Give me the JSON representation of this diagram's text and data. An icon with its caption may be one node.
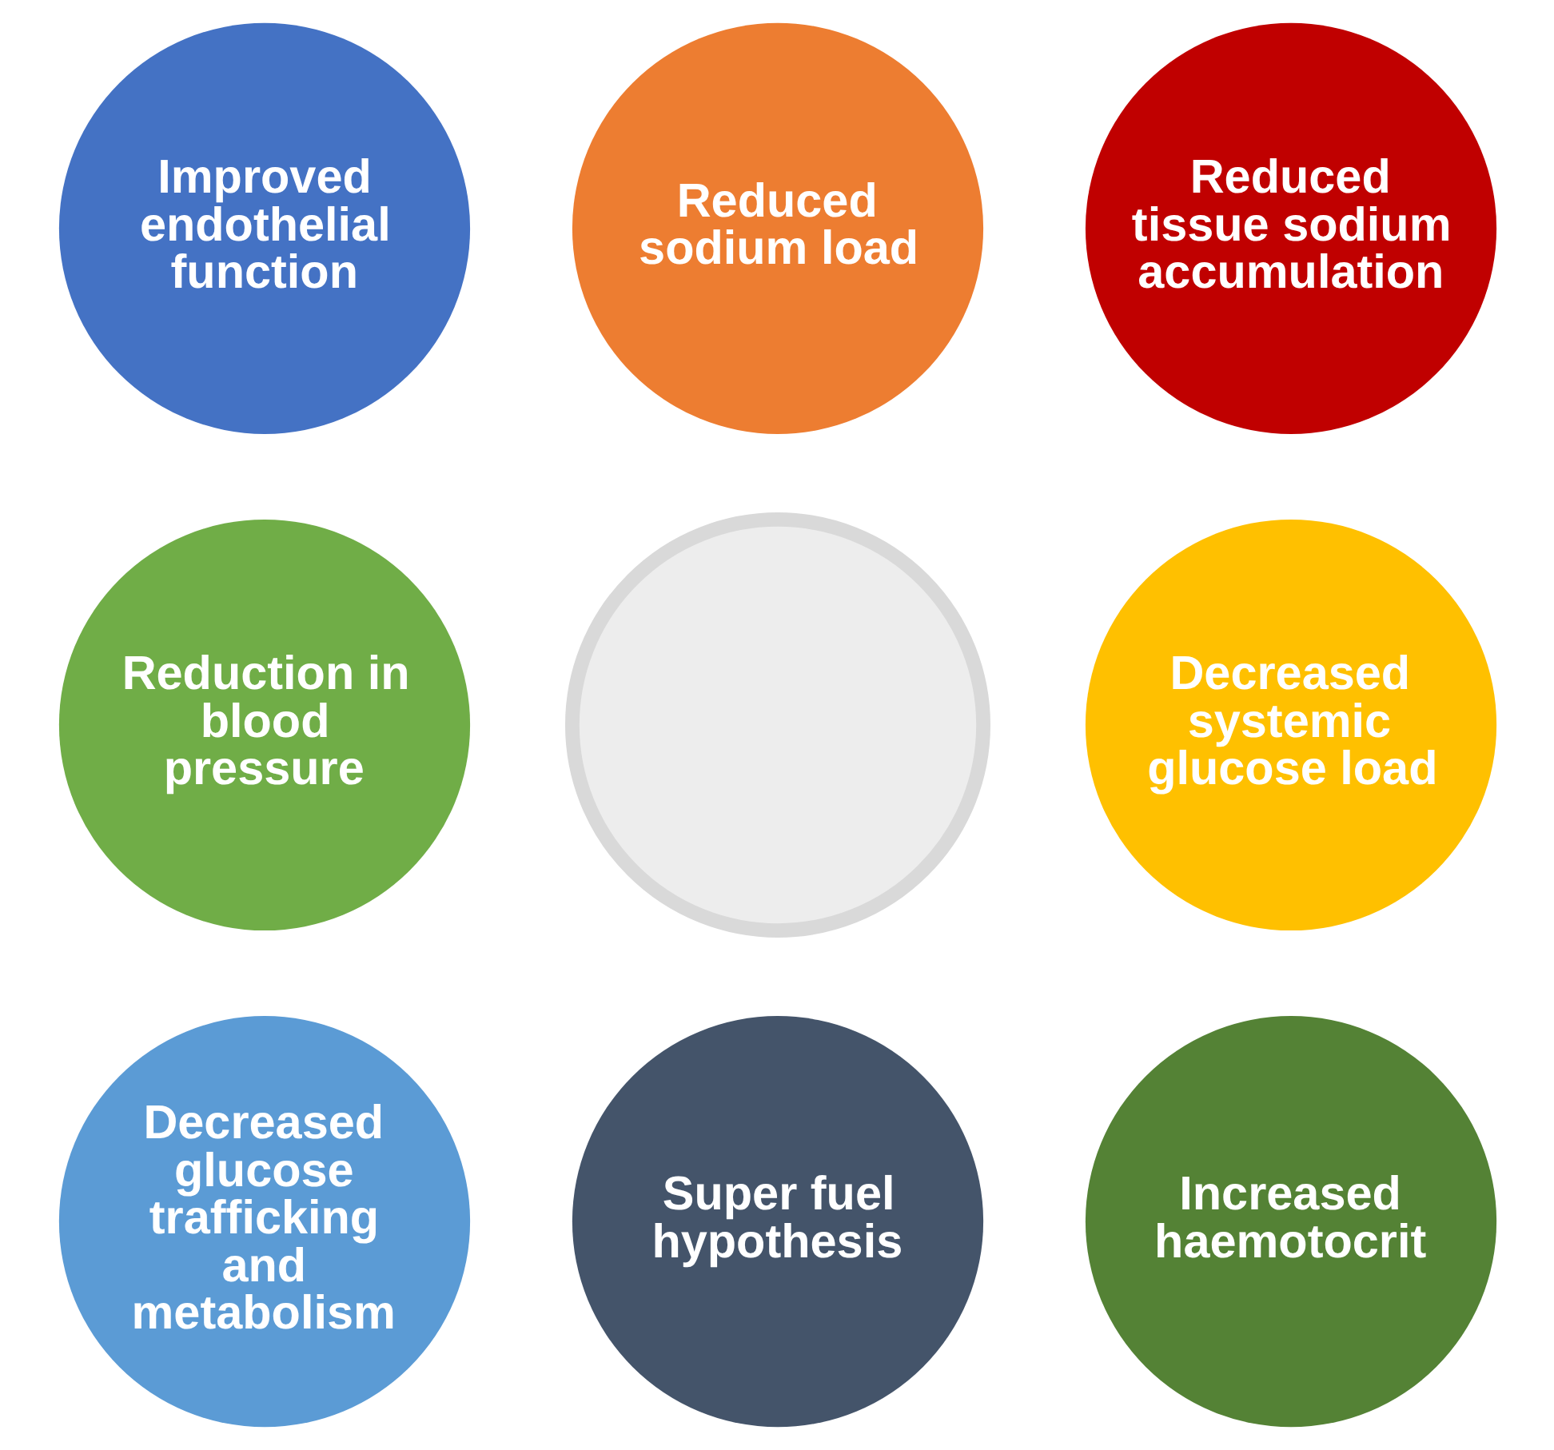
{
  "diagram": {
    "nodes": [
      {
        "text": [
          "Improved endothelial function"
        ]
      },
      {
        "text": [
          "Reduced sodium load"
        ]
      },
      {
        "text": [
          "Reduced tissue sodium accumulation"
        ]
      },
      {
        "text": [
          "Reduction in blood pressure"
        ]
      },
      {
        "text": [],
        "shape": "circle"
      },
      {
        "text": [
          "Decreased systemic glucose load"
        ]
      },
      {
        "text": [
          "Decreased glucose trafficking and metabolism"
        ]
      },
      {
        "text": [
          "Super fuel hypothesis"
        ]
      },
      {
        "text": [
          "Increased haemotocrit"
        ]
      }
    ]
  }
}
